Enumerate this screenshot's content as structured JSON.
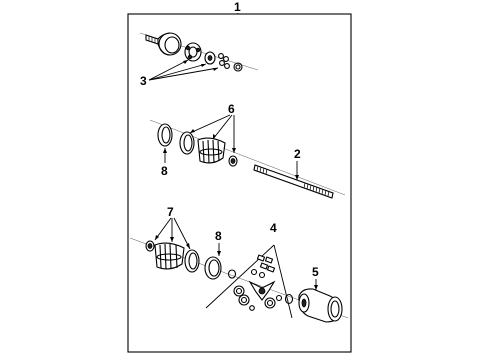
{
  "diagram": {
    "callouts": {
      "c1": "1",
      "c2": "2",
      "c3": "3",
      "c4": "4",
      "c5": "5",
      "c6": "6",
      "c7": "7",
      "c8a": "8",
      "c8b": "8"
    }
  }
}
